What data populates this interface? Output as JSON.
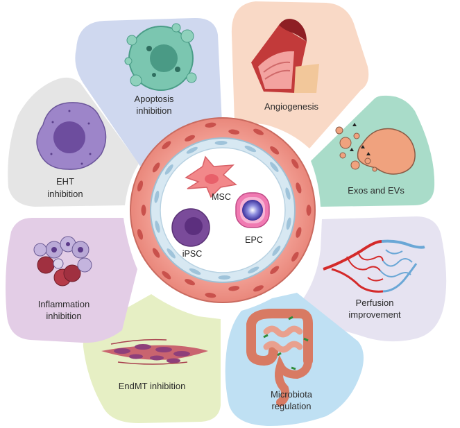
{
  "panels": {
    "apoptosis": {
      "line1": "Apoptosis",
      "line2": "inhibition",
      "color": "#cfd8ef"
    },
    "angiogenesis": {
      "line1": "Angiogenesis",
      "color": "#f9d9c6"
    },
    "exos": {
      "line1": "Exos and EVs",
      "color": "#a9dcc9"
    },
    "perfusion": {
      "line1": "Perfusion",
      "line2": "improvement",
      "color": "#e6e3f1"
    },
    "microbiota": {
      "line1": "Microbiota",
      "line2": "regulation",
      "color": "#bfe0f3"
    },
    "endmt": {
      "line1": "EndMT inhibition",
      "color": "#e6efc4"
    },
    "inflammation": {
      "line1": "Inflammation",
      "line2": "inhibition",
      "color": "#e3cde6"
    },
    "eht": {
      "line1": "EHT",
      "line2": "inhibition",
      "color": "#e5e5e5"
    }
  },
  "center": {
    "msc_label": "MSC",
    "ipsc_label": "iPSC",
    "epc_label": "EPC"
  }
}
